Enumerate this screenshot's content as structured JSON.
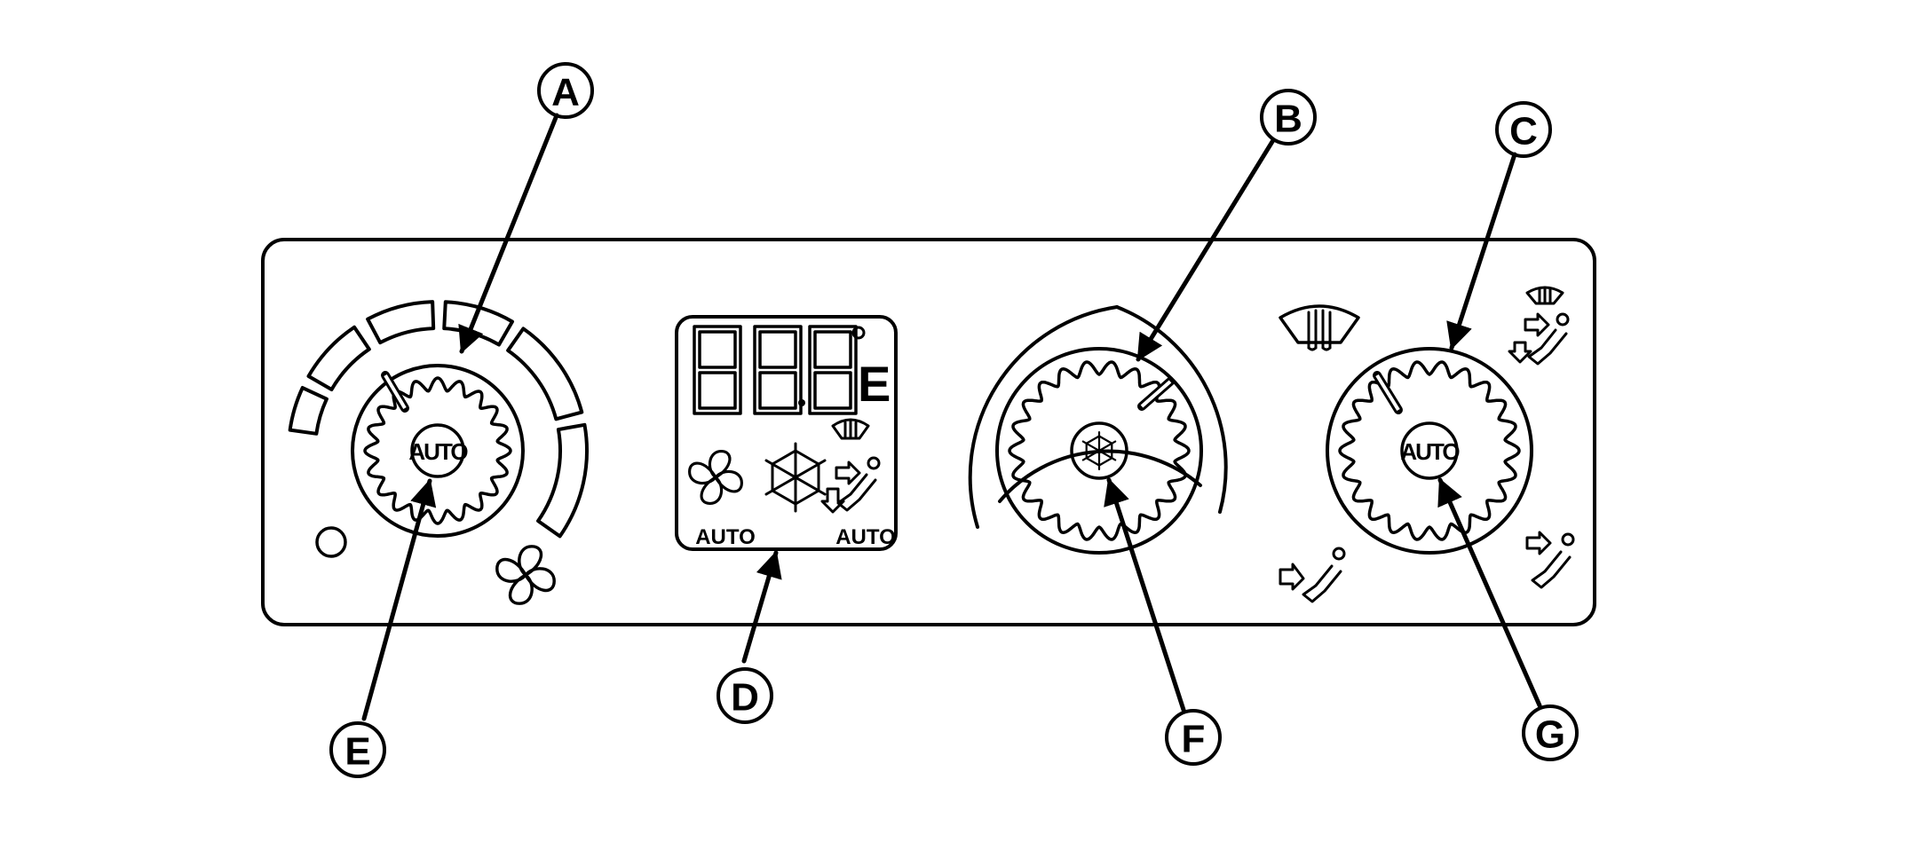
{
  "callouts": {
    "a": "A",
    "b": "B",
    "c": "C",
    "d": "D",
    "e": "E",
    "f": "F",
    "g": "G"
  },
  "knobs": {
    "left_button": "AUTO",
    "right_button": "AUTO"
  },
  "display": {
    "seg_suffix": "E",
    "fan_mode": "AUTO",
    "vent_mode": "AUTO"
  },
  "icons": {
    "left_knob_low_marker": "circle-icon",
    "fan": "fan-icon",
    "snowflake": "snowflake-icon",
    "defrost": "windshield-defrost-icon",
    "floor_vent": "floor-vent-icon",
    "face_vent": "face-vent-icon",
    "defrost_floor": "defrost-floor-icon"
  },
  "colors": {
    "ink": "#000000",
    "paper": "#ffffff"
  }
}
